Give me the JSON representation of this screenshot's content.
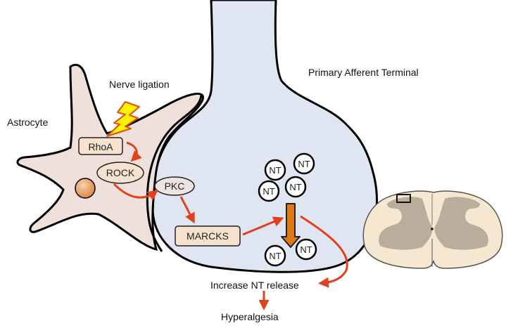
{
  "labels": {
    "astrocyte": "Astrocyte",
    "nerve_ligation": "Nerve ligation",
    "primary_afferent_terminal": "Primary Afferent Terminal",
    "increase_nt_release": "Increase NT release",
    "hyperalgesia": "Hyperalgesia"
  },
  "nodes": {
    "rhoa": "RhoA",
    "rock": "ROCK",
    "pkc": "PKC",
    "marcks": "MARCKS"
  },
  "vesicles": [
    "NT",
    "NT",
    "NT",
    "NT",
    "NT",
    "NT"
  ],
  "colors": {
    "astrocyte_fill": "#efe0dc",
    "terminal_fill": "#dfe6f1",
    "node_fill": "#f6e2cf",
    "arrow_red": "#e0401c",
    "release_arrow": "#e07818",
    "bolt_yellow": "#fff200",
    "bolt_orange": "#e05010",
    "nucleus": "#e8a36a",
    "cord_white_matter": "#f6e8d0",
    "cord_gray_matter": "#b9ad9b"
  }
}
